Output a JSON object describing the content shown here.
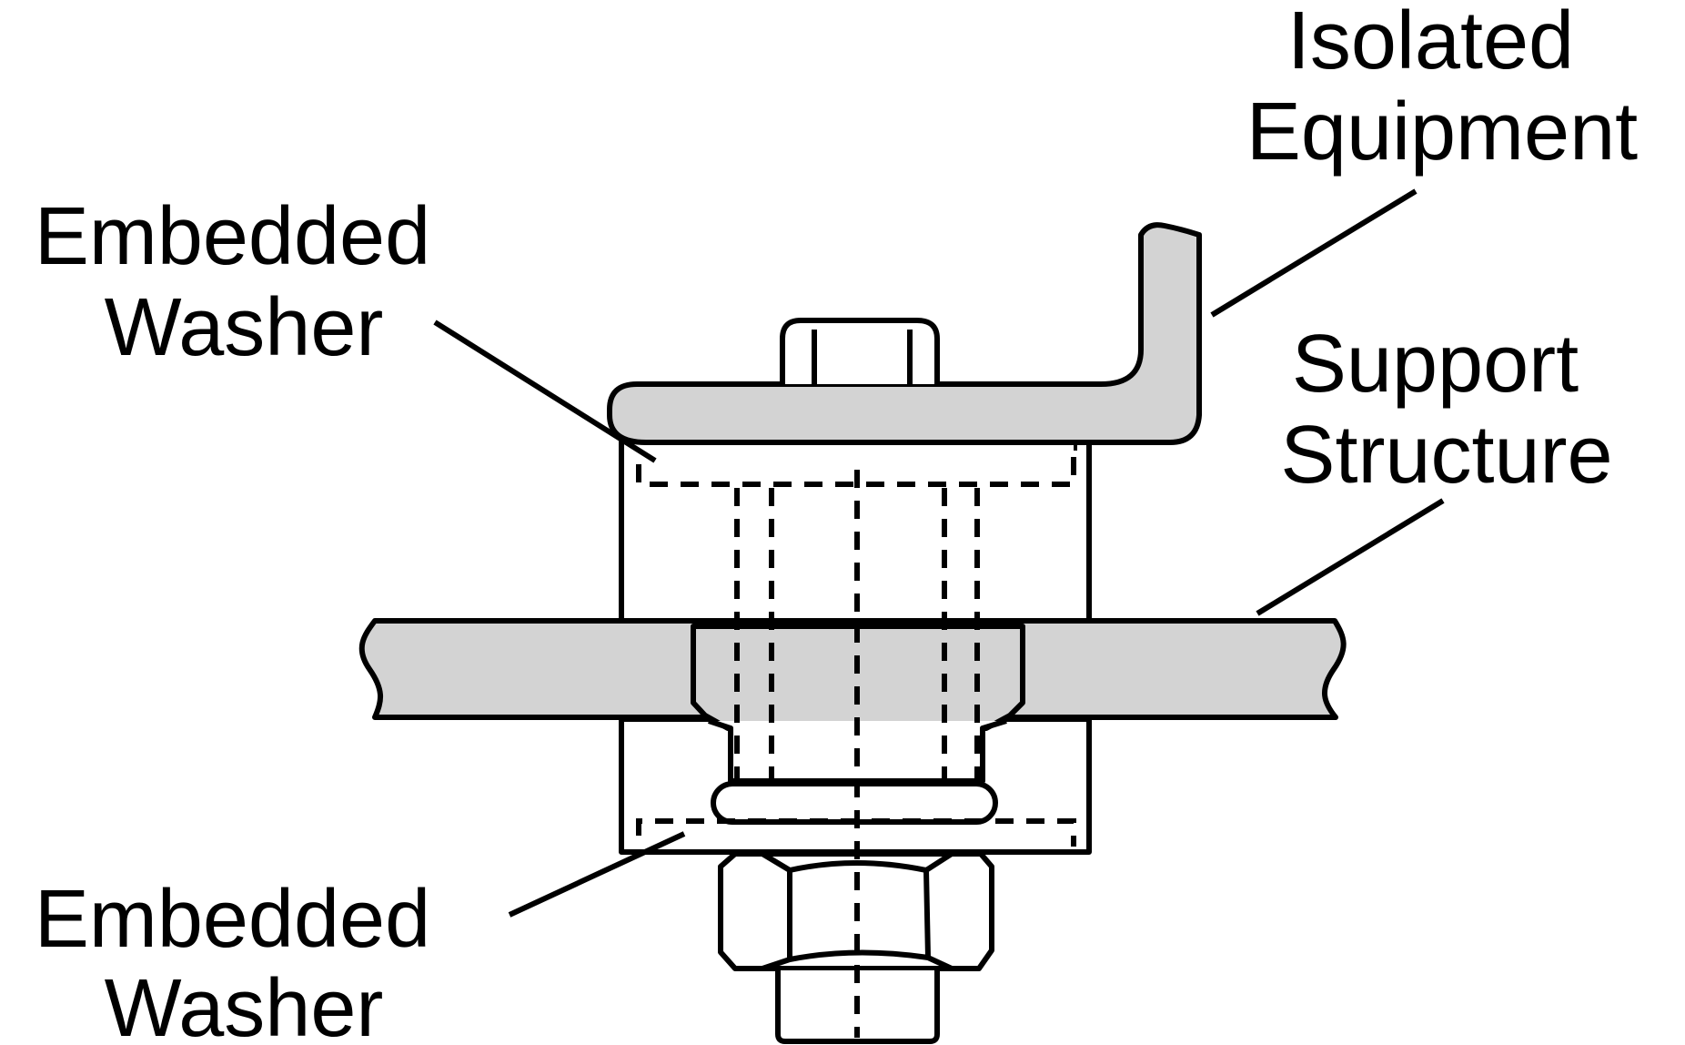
{
  "labels": {
    "isolated_equipment": [
      "Isolated",
      "Equipment"
    ],
    "embedded_washer_top": [
      "Embedded",
      "Washer"
    ],
    "support_structure": [
      "Support",
      "Structure"
    ],
    "embedded_washer_bottom": [
      "Embedded",
      "Washer"
    ]
  },
  "colors": {
    "line": "#000000",
    "fill_part": "#d3d3d3",
    "background": "#ffffff"
  }
}
